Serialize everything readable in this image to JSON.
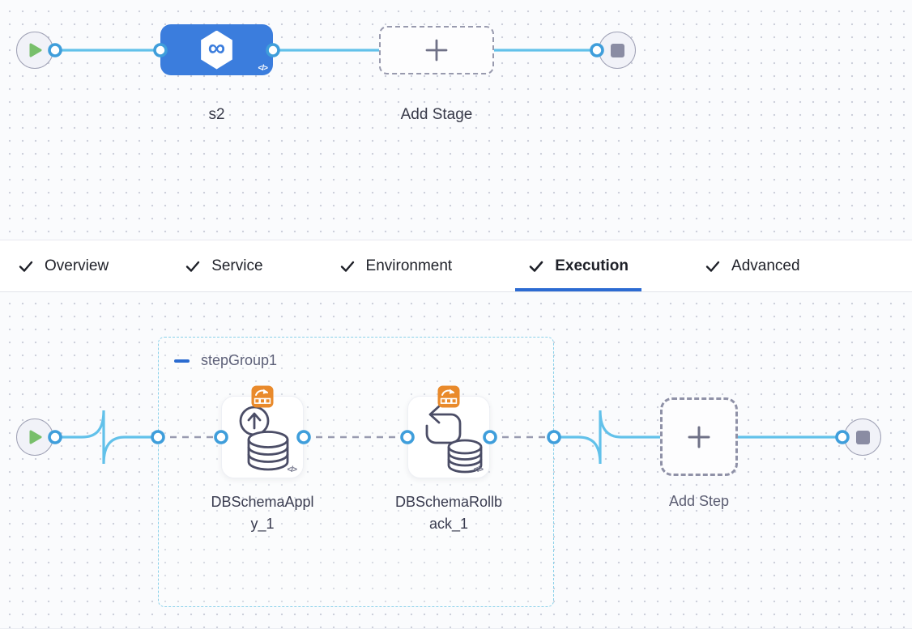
{
  "pipeline_canvas": {
    "stage_node": {
      "name": "s2",
      "icon_glyph": "∞",
      "yaml_badge": "</>"
    },
    "add_stage": {
      "label": "Add Stage"
    }
  },
  "tab_bar": {
    "active_tab": "Execution",
    "tabs": [
      {
        "label": "Overview",
        "checked": true
      },
      {
        "label": "Service",
        "checked": true
      },
      {
        "label": "Environment",
        "checked": true
      },
      {
        "label": "Execution",
        "checked": true
      },
      {
        "label": "Advanced",
        "checked": true
      }
    ]
  },
  "execution_canvas": {
    "step_group": {
      "name": "stepGroup1"
    },
    "steps": [
      {
        "name": "DBSchemaApply_1",
        "label_line1": "DBSchemaAppl",
        "label_line2": "y_1",
        "yaml_badge": "</>"
      },
      {
        "name": "DBSchemaRollback_1",
        "label_line1": "DBSchemaRollb",
        "label_line2": "ack_1",
        "yaml_badge": "</>"
      }
    ],
    "add_step": {
      "label": "Add Step"
    }
  },
  "colors": {
    "stage_blue": "#3b7ddd",
    "flow_line_blue": "#62c1ea",
    "connector_ring_blue": "#3f9edb",
    "active_tab_underline": "#2c6bd2",
    "step_group_border": "#8ad1ea",
    "badge_orange": "#e98a2b",
    "play_green": "#78bf6b"
  }
}
